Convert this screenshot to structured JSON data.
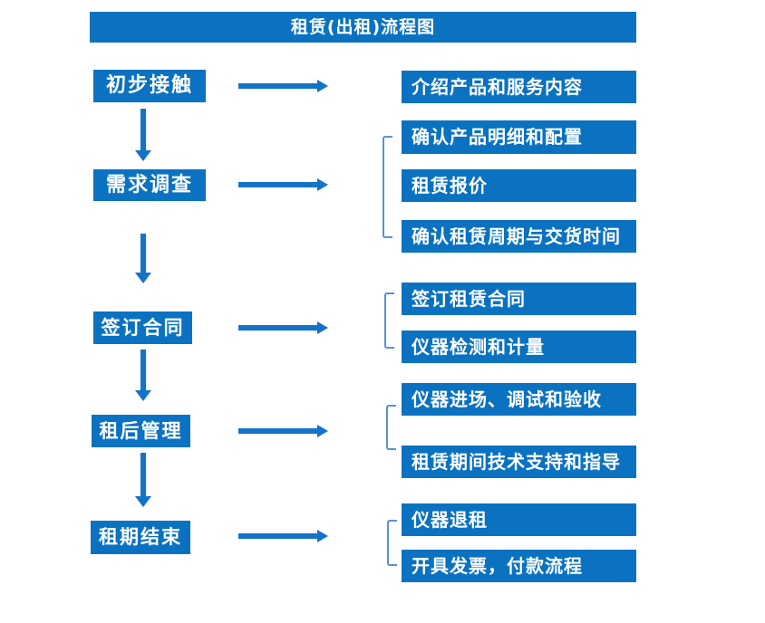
{
  "title": "租赁(出租)流程图",
  "colors": {
    "box_blue": "#0b72c1",
    "arrow_blue": "#1273c8",
    "bracket_blue": "#5d8fd4",
    "text_white": "#ffffff"
  },
  "stages": [
    {
      "label": "初步接触",
      "outputs": [
        "介绍产品和服务内容"
      ]
    },
    {
      "label": "需求调查",
      "outputs": [
        "确认产品明细和配置",
        "租赁报价",
        "确认租赁周期与交货时间"
      ]
    },
    {
      "label": "签订合同",
      "outputs": [
        "签订租赁合同",
        "仪器检测和计量"
      ]
    },
    {
      "label": "租后管理",
      "outputs": [
        "仪器进场、调试和验收",
        "租赁期间技术支持和指导"
      ]
    },
    {
      "label": "租期结束",
      "outputs": [
        "仪器退租",
        "开具发票，付款流程"
      ]
    }
  ]
}
